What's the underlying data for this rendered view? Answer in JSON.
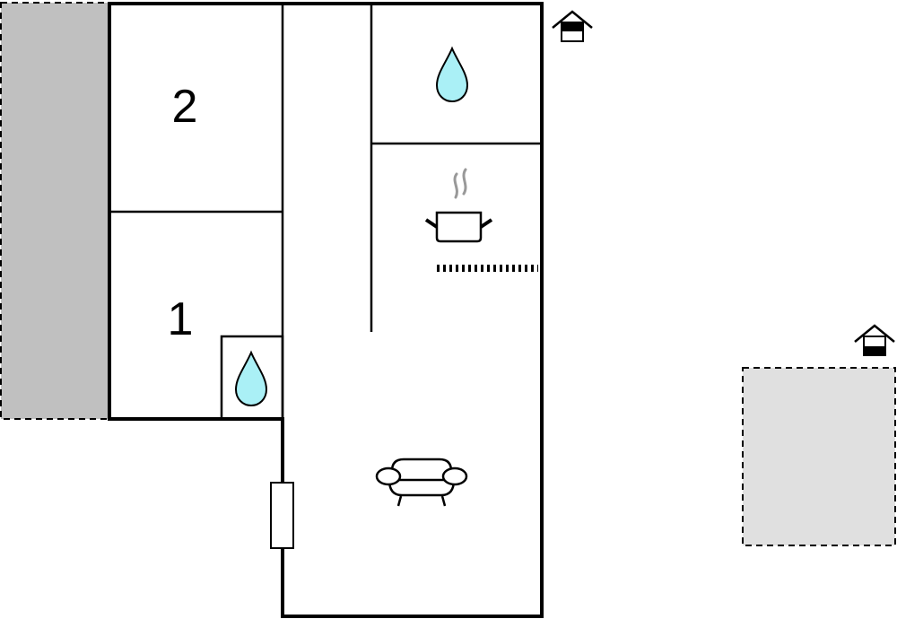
{
  "plan": {
    "rooms": [
      {
        "id": "bedroom-2",
        "label": "2"
      },
      {
        "id": "bedroom-1",
        "label": "1"
      }
    ],
    "icons": [
      "water-drop-icon",
      "water-drop-icon",
      "cooking-pot-icon",
      "sofa-icon",
      "house-icon",
      "house-icon"
    ],
    "colors": {
      "wall": "#000000",
      "water": "#aaf0f6",
      "terrace_dark": "#c0c0c0",
      "terrace_light": "#e0e0e0",
      "steam": "#999999"
    }
  }
}
